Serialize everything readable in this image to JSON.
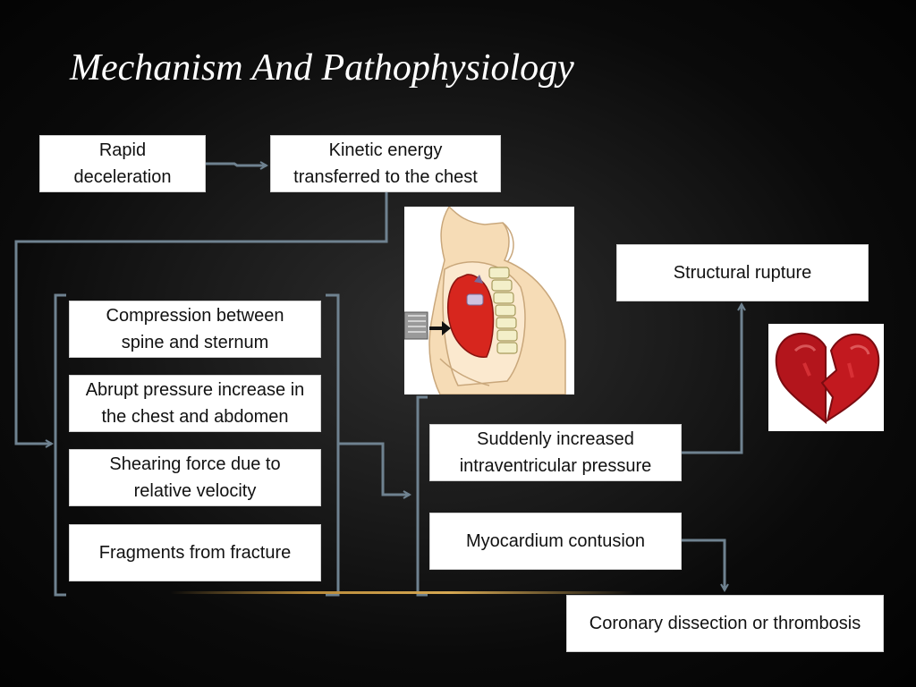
{
  "title": "Mechanism And Pathophysiology",
  "boxes": {
    "rapid_deceleration": [
      "Rapid",
      "deceleration"
    ],
    "kinetic_energy": [
      "Kinetic energy",
      "transferred to the chest"
    ],
    "compression": [
      "Compression between",
      "spine and sternum"
    ],
    "abrupt_pressure": [
      "Abrupt pressure increase in",
      "the chest and abdomen"
    ],
    "shearing_force": [
      "Shearing force due to",
      "relative velocity"
    ],
    "fragments": "Fragments from fracture",
    "structural_rupture": "Structural rupture",
    "intraventricular_pressure": [
      "Suddenly increased",
      "intraventricular pressure"
    ],
    "myocardium_contusion": "Myocardium contusion",
    "coronary_dissection": "Coronary dissection or thrombosis"
  },
  "colors": {
    "connector": "#6f8290",
    "box_bg": "#ffffff",
    "heart_red": "#b3151c",
    "title": "#ffffff"
  },
  "icons": [
    "chest-impact-illustration",
    "broken-heart-icon"
  ]
}
